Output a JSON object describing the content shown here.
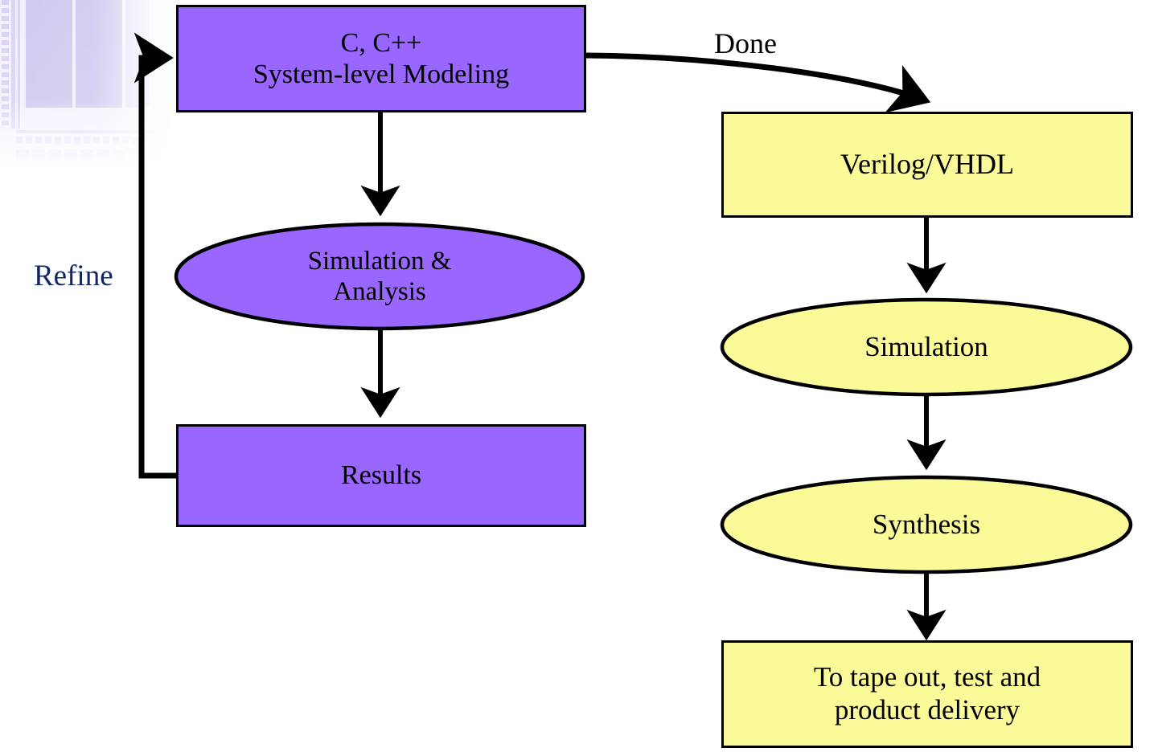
{
  "diagram": {
    "title": "Hardware design flow: system-level modeling to tape out",
    "colors": {
      "purple_fill": "#9966FF",
      "yellow_fill": "#FAFA99",
      "stroke": "#000000",
      "refine_label": "#11256B",
      "background": "#FFFFFF"
    },
    "nodes": [
      {
        "id": "c-cpp",
        "shape": "rect",
        "fill": "purple",
        "label": "C, C++\nSystem-level Modeling"
      },
      {
        "id": "sim-analysis",
        "shape": "ellipse",
        "fill": "purple",
        "label": "Simulation &\nAnalysis"
      },
      {
        "id": "results",
        "shape": "rect",
        "fill": "purple",
        "label": "Results"
      },
      {
        "id": "verilog-vhdl",
        "shape": "rect",
        "fill": "yellow",
        "label": "Verilog/VHDL"
      },
      {
        "id": "simulation",
        "shape": "ellipse",
        "fill": "yellow",
        "label": "Simulation"
      },
      {
        "id": "synthesis",
        "shape": "ellipse",
        "fill": "yellow",
        "label": "Synthesis"
      },
      {
        "id": "tape-out",
        "shape": "rect",
        "fill": "yellow",
        "label": "To tape out, test and\nproduct delivery"
      }
    ],
    "edges": [
      {
        "id": "e1",
        "from": "c-cpp",
        "to": "sim-analysis",
        "label": ""
      },
      {
        "id": "e2",
        "from": "sim-analysis",
        "to": "results",
        "label": ""
      },
      {
        "id": "e3",
        "from": "results",
        "to": "c-cpp",
        "label": "Refine"
      },
      {
        "id": "e4",
        "from": "c-cpp",
        "to": "verilog-vhdl",
        "label": "Done"
      },
      {
        "id": "e5",
        "from": "verilog-vhdl",
        "to": "simulation",
        "label": ""
      },
      {
        "id": "e6",
        "from": "simulation",
        "to": "synthesis",
        "label": ""
      },
      {
        "id": "e7",
        "from": "synthesis",
        "to": "tape-out",
        "label": ""
      }
    ],
    "labels": {
      "refine": "Refine",
      "done": "Done"
    },
    "watermark": {
      "name": "chip-die-photo"
    }
  }
}
